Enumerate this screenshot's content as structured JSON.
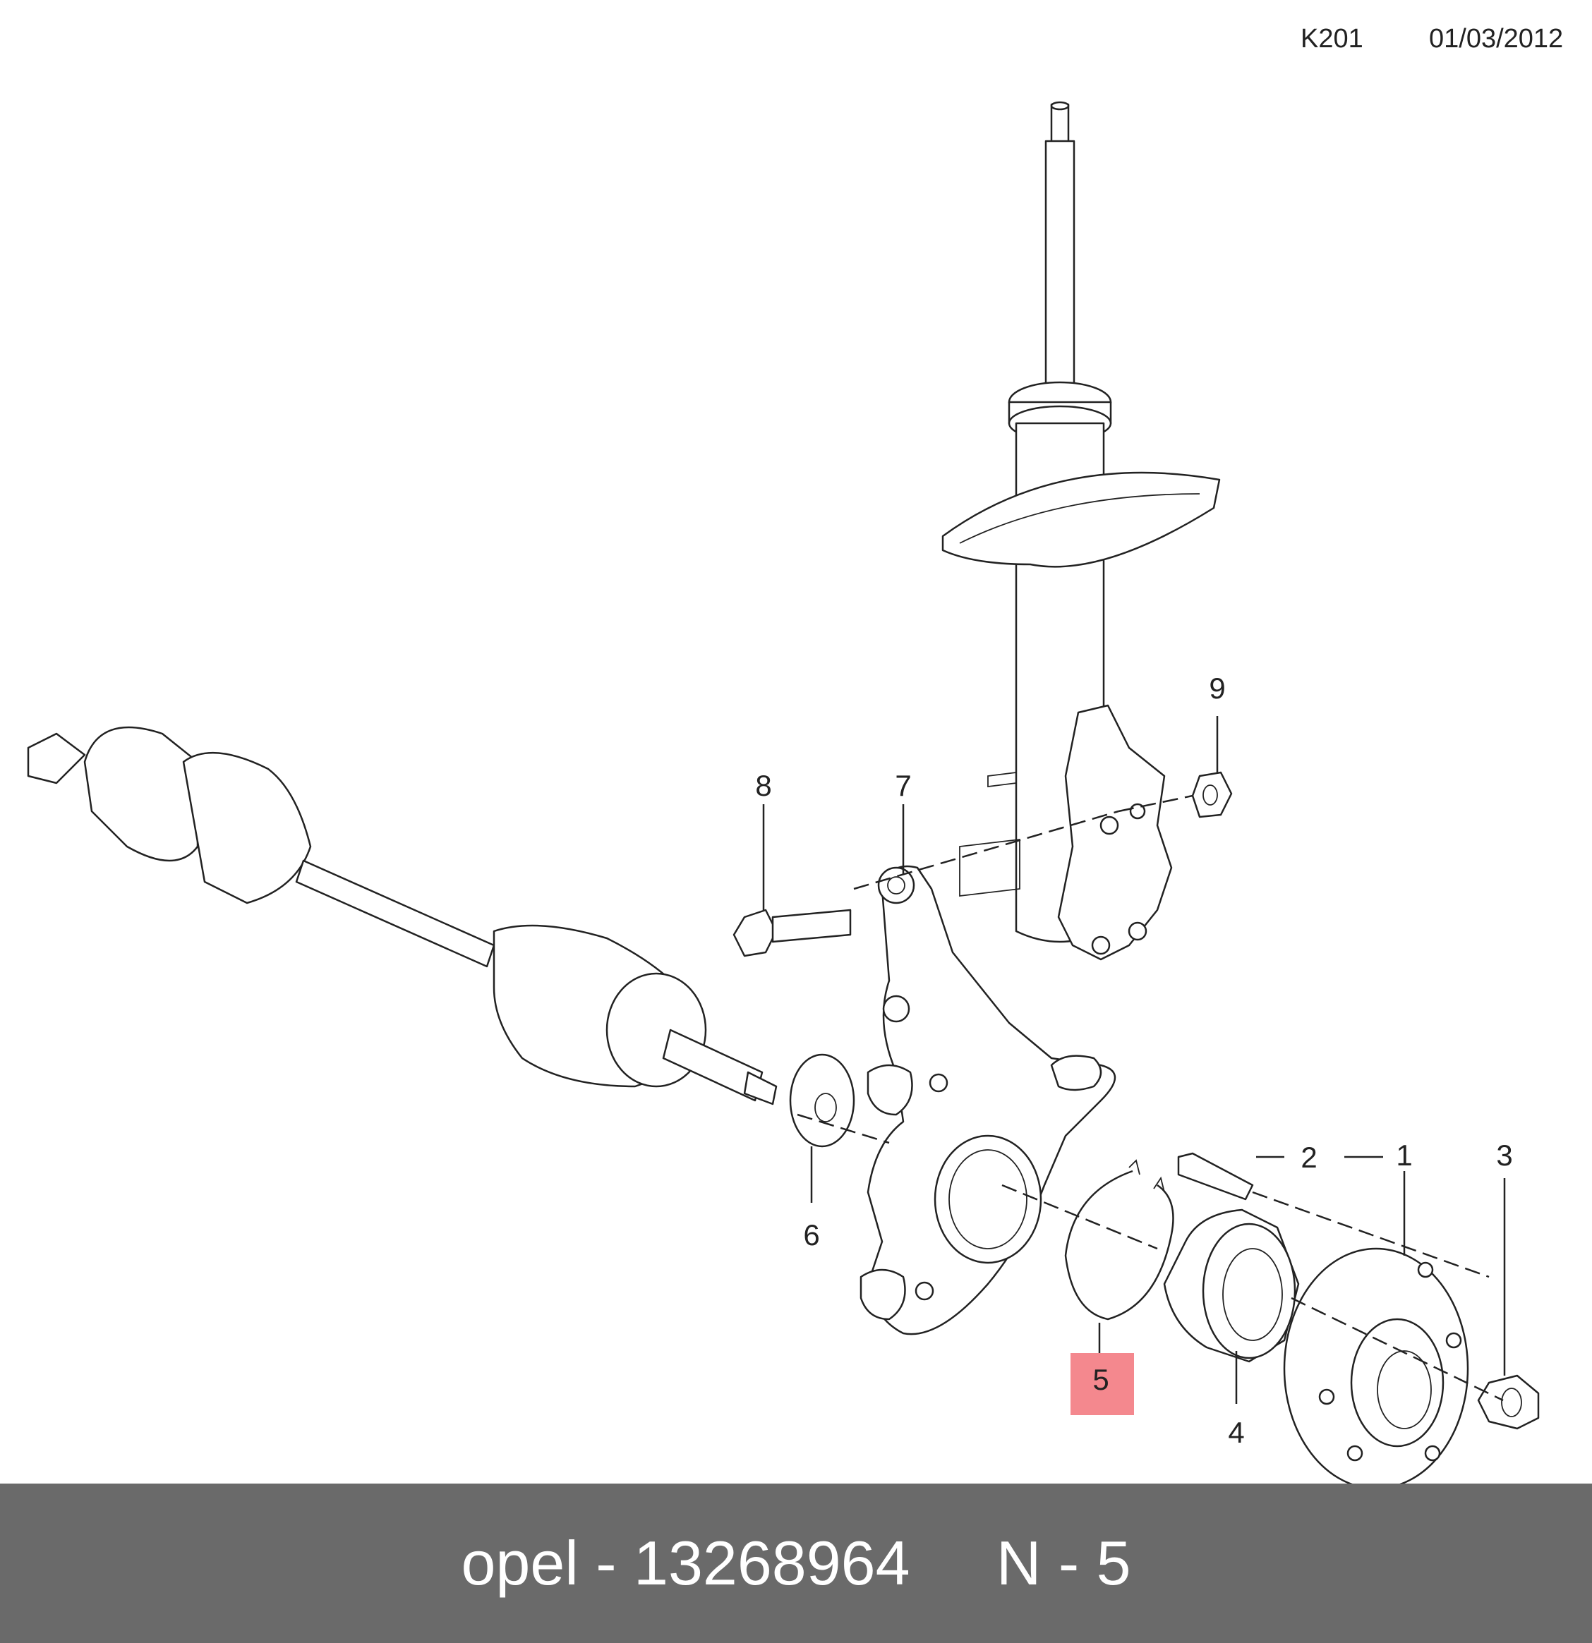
{
  "header": {
    "code": "K201",
    "date": "01/03/2012"
  },
  "callouts": [
    {
      "id": "1",
      "label": "1"
    },
    {
      "id": "2",
      "label": "2"
    },
    {
      "id": "3",
      "label": "3"
    },
    {
      "id": "4",
      "label": "4"
    },
    {
      "id": "5",
      "label": "5",
      "highlighted": true,
      "highlight_color": "#f4888e"
    },
    {
      "id": "6",
      "label": "6"
    },
    {
      "id": "7",
      "label": "7"
    },
    {
      "id": "8",
      "label": "8"
    },
    {
      "id": "9",
      "label": "9"
    }
  ],
  "footer": {
    "brand": "opel",
    "sep1": " - ",
    "part_number": "13268964",
    "gap": "     ",
    "position": "N",
    "sep2": " - ",
    "position_number": "5"
  },
  "colors": {
    "footer_bg": "#6a6a6a",
    "highlight": "#f4888e",
    "line": "#222222"
  }
}
